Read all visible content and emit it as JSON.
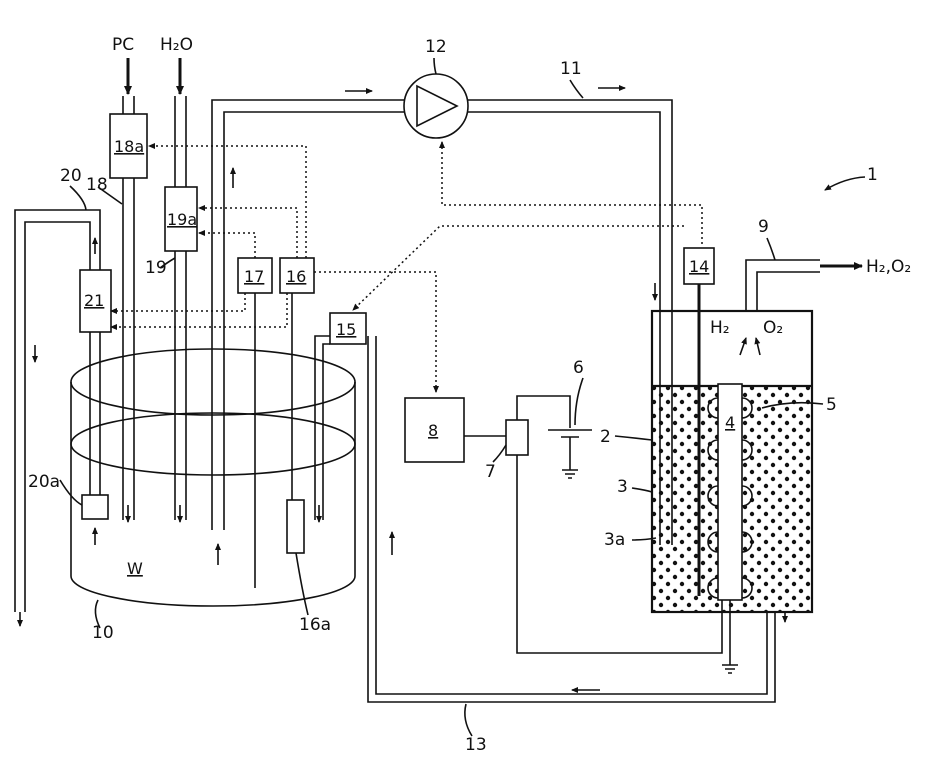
{
  "labels": {
    "system": "1",
    "vessel": "2",
    "electrolyte": "3",
    "electrolyte_sub": "3a",
    "electrode": "4",
    "bubbles": "5",
    "battery": "6",
    "switch": "7",
    "controller": "8",
    "gas_outlet": "9",
    "tank": "10",
    "upper_pipe": "11",
    "pump": "12",
    "lower_pipe": "13",
    "sensor14": "14",
    "sensor15": "15",
    "sensor16": "16",
    "sensor16_probe": "16a",
    "sensor17": "17",
    "pc_pipe": "18",
    "pc_valve": "18a",
    "water_pipe": "19",
    "water_valve": "19a",
    "drain_pipe": "20",
    "drain_inlet": "20a",
    "drain_valve": "21",
    "water_body": "W"
  },
  "feeds": {
    "pc": "PC",
    "water": "H₂O"
  },
  "gases": {
    "h2": "H₂",
    "o2": "O₂",
    "outlet": "H₂,O₂"
  },
  "colors": {
    "ink": "#111111",
    "background": "#ffffff"
  }
}
